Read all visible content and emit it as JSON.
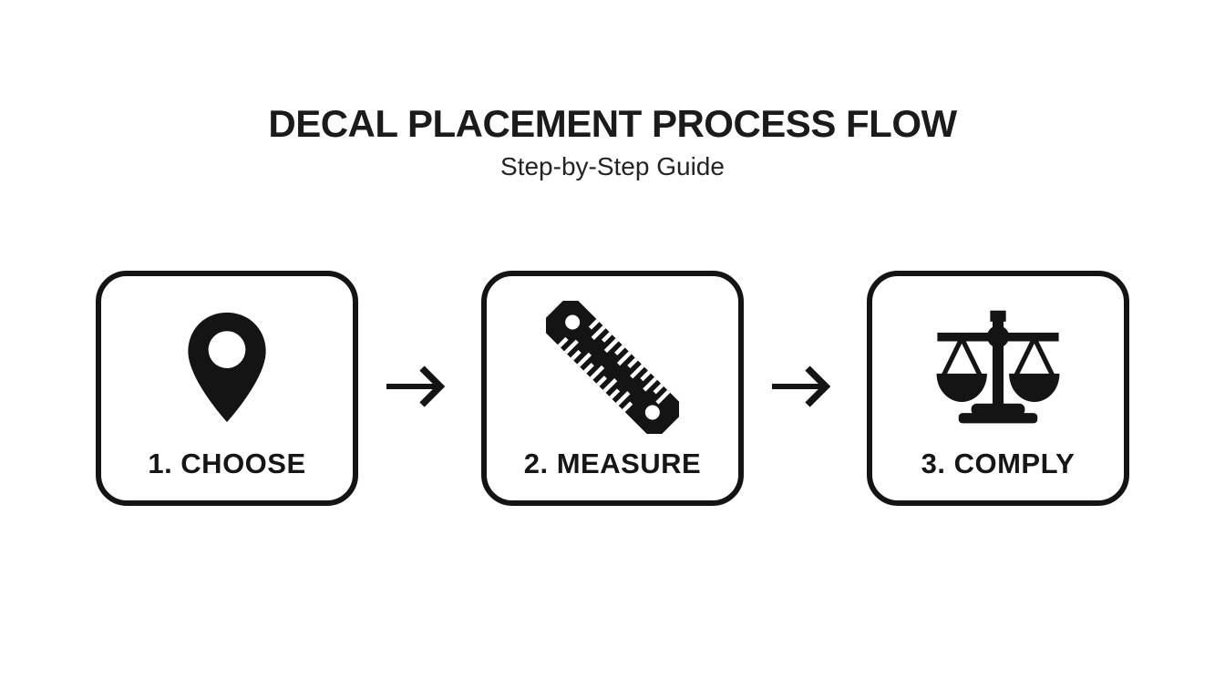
{
  "page": {
    "background_color": "#ffffff",
    "ink_color": "#141414"
  },
  "header": {
    "title": "DECAL PLACEMENT PROCESS FLOW",
    "subtitle": "Step-by-Step Guide"
  },
  "flow": {
    "steps": [
      {
        "label": "1. CHOOSE",
        "icon": "location-pin-icon"
      },
      {
        "label": "2. MEASURE",
        "icon": "ruler-icon"
      },
      {
        "label": "3. COMPLY",
        "icon": "scales-of-justice-icon"
      }
    ],
    "connector_glyph": "→",
    "connector_count": 2
  }
}
